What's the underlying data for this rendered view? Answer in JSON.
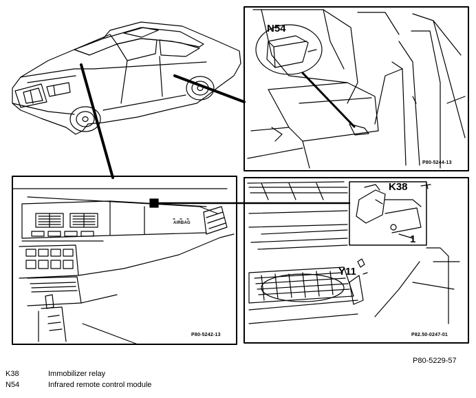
{
  "figure_ref": "P80-5229-57",
  "panels": {
    "rear_seat": {
      "code": "P80-5244-13",
      "callout": "N54"
    },
    "dashboard": {
      "code": "P80-5242-13",
      "airbag_text": "AIRBAG"
    },
    "glovebox": {
      "code": "P82.50-0247-01",
      "callout_relay": "K38",
      "callout_item": "1",
      "callout_connector": "Y11"
    }
  },
  "legend": [
    {
      "code": "K38",
      "description": "Immobilizer relay"
    },
    {
      "code": "N54",
      "description": "Infrared remote control module"
    }
  ]
}
